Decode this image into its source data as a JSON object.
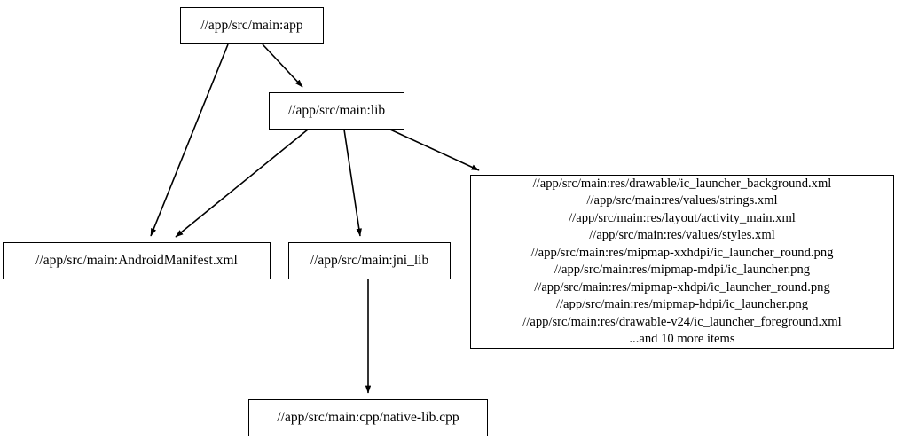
{
  "diagram": {
    "type": "dependency-graph",
    "title": "",
    "background_color": "#ffffff",
    "node_fill": "#ffffff",
    "node_stroke": "#000000",
    "edge_color": "#000000",
    "nodes": [
      {
        "id": "app",
        "label": "//app/src/main:app",
        "lines": [
          "//app/src/main:app"
        ]
      },
      {
        "id": "lib",
        "label": "//app/src/main:lib",
        "lines": [
          "//app/src/main:lib"
        ]
      },
      {
        "id": "manifest",
        "label": "//app/src/main:AndroidManifest.xml",
        "lines": [
          "//app/src/main:AndroidManifest.xml"
        ]
      },
      {
        "id": "jni_lib",
        "label": "//app/src/main:jni_lib",
        "lines": [
          "//app/src/main:jni_lib"
        ]
      },
      {
        "id": "res",
        "label": "//app/src/main:res",
        "lines": [
          "//app/src/main:res/drawable/ic_launcher_background.xml",
          "//app/src/main:res/values/strings.xml",
          "//app/src/main:res/layout/activity_main.xml",
          "//app/src/main:res/values/styles.xml",
          "//app/src/main:res/mipmap-xxhdpi/ic_launcher_round.png",
          "//app/src/main:res/mipmap-mdpi/ic_launcher.png",
          "//app/src/main:res/mipmap-xhdpi/ic_launcher_round.png",
          "//app/src/main:res/mipmap-hdpi/ic_launcher.png",
          "//app/src/main:res/drawable-v24/ic_launcher_foreground.xml",
          "...and 10 more items"
        ]
      },
      {
        "id": "native_lib",
        "label": "//app/src/main:cpp/native-lib.cpp",
        "lines": [
          "//app/src/main:cpp/native-lib.cpp"
        ]
      }
    ],
    "edges": [
      {
        "from": "app",
        "to": "lib"
      },
      {
        "from": "app",
        "to": "manifest"
      },
      {
        "from": "lib",
        "to": "manifest"
      },
      {
        "from": "lib",
        "to": "jni_lib"
      },
      {
        "from": "lib",
        "to": "res"
      },
      {
        "from": "jni_lib",
        "to": "native_lib"
      }
    ]
  }
}
